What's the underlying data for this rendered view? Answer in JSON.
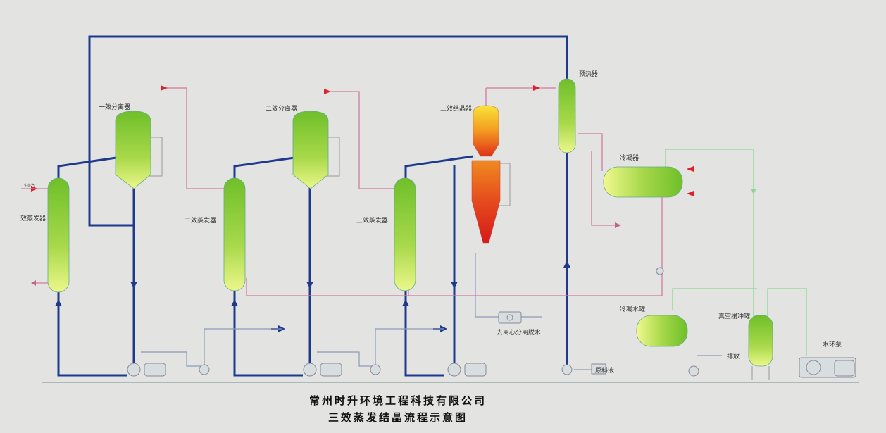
{
  "labels": {
    "evap1": "一效蒸发器",
    "sep1": "一效分离器",
    "evap2": "二效蒸发器",
    "sep2": "二效分离器",
    "evap3": "三效蒸发器",
    "cryst": "三效结晶器",
    "preheater": "预热器",
    "condenser": "冷凝器",
    "condensate_tank": "冷凝水罐",
    "vacuum_buffer": "真空缓冲罐",
    "water_ring_pump": "水环泵",
    "centrifuge": "去离心分离脱水",
    "feed": "原料液",
    "discharge": "排放",
    "steam_in": "生蒸汽",
    "cooling_water": ""
  },
  "company": "常州时升环境工程科技有限公司",
  "title": "三效蒸发结晶流程示意图",
  "colors": {
    "blue_line": "#1e3a8c",
    "pink_line": "#c0648a",
    "red_arrow": "#e0202a",
    "green_line": "#8fd694",
    "vessel_green": "#7cc42b",
    "vessel_yellow": "#e6f56a"
  }
}
